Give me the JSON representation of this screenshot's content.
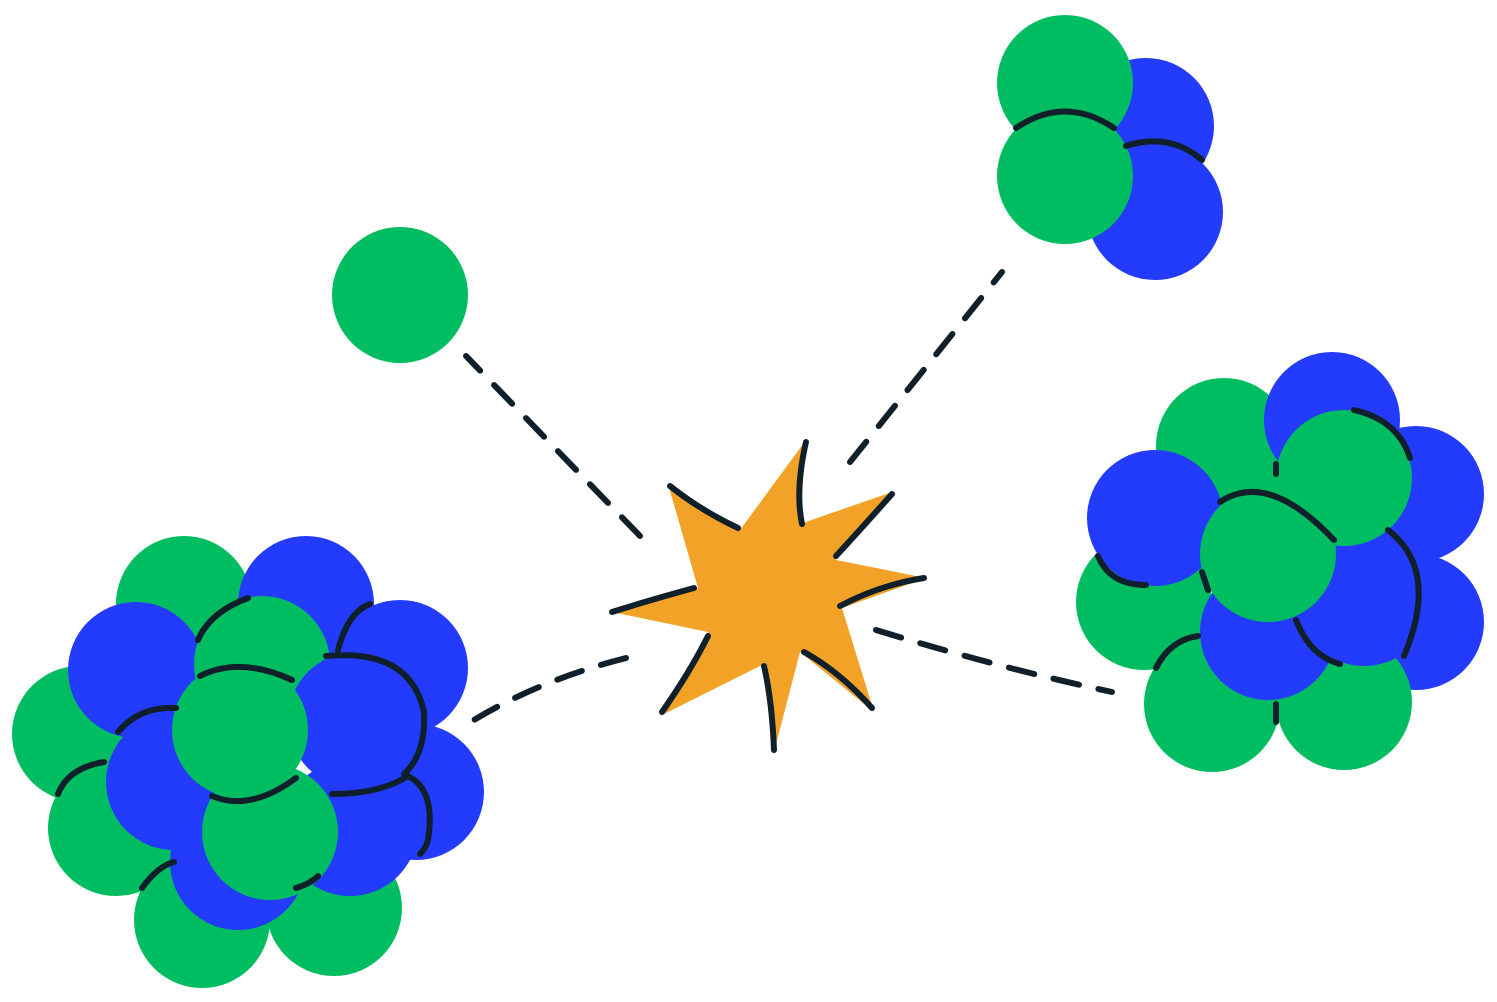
{
  "colors": {
    "background": "#ffffff",
    "proton": "#00bd62",
    "neutron": "#223bfd",
    "energy_burst": "#f2a327",
    "outline": "#10202a"
  },
  "scene": {
    "elements": [
      "large-nucleus-fragment-left",
      "free-nucleon",
      "light-nucleus-fragment",
      "energy-burst",
      "large-nucleus-fragment-right"
    ]
  }
}
